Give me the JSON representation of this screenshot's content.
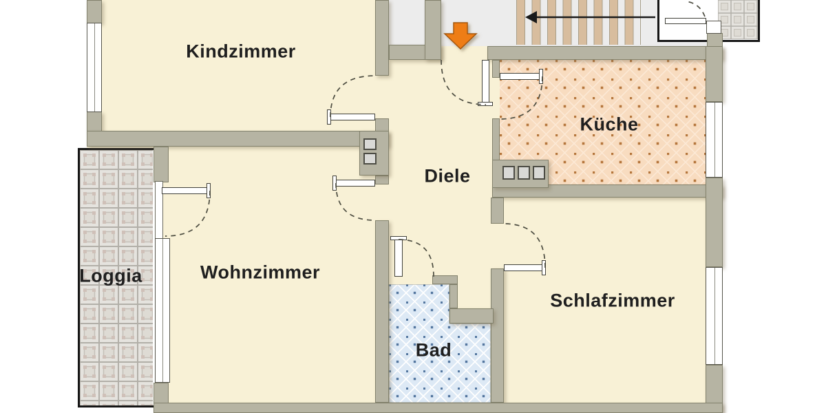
{
  "floorplan": {
    "type": "apartment-floorplan",
    "rooms": [
      {
        "id": "kindzimmer",
        "label": "Kindzimmer"
      },
      {
        "id": "kueche",
        "label": "Küche"
      },
      {
        "id": "diele",
        "label": "Diele"
      },
      {
        "id": "loggia",
        "label": "Loggia"
      },
      {
        "id": "wohnzimmer",
        "label": "Wohnzimmer"
      },
      {
        "id": "bad",
        "label": "Bad"
      },
      {
        "id": "schlafzimmer",
        "label": "Schlafzimmer"
      }
    ],
    "icons": [
      "entrance-arrow-icon",
      "stair-direction-arrow-icon",
      "staircase",
      "duct-shaft",
      "door-swing",
      "window"
    ],
    "colors": {
      "wall": "#b6b4a3",
      "wall_outline": "#82816c",
      "floor_cream": "#f8f1d6",
      "kitchen_floor": "#f8dcc0",
      "kitchen_dot": "#b5763c",
      "bad_floor": "#dde9f5",
      "bad_dot": "#53769f",
      "loggia_tile": "#e5e3de",
      "loggia_grout": "#b2afa8",
      "stair_floor": "#ececec",
      "stair_tread": "#d8bd9e",
      "entrance_arrow_orange": "#ee7d18",
      "outline_black": "#161616",
      "label_color": "#1f1f1f"
    }
  }
}
